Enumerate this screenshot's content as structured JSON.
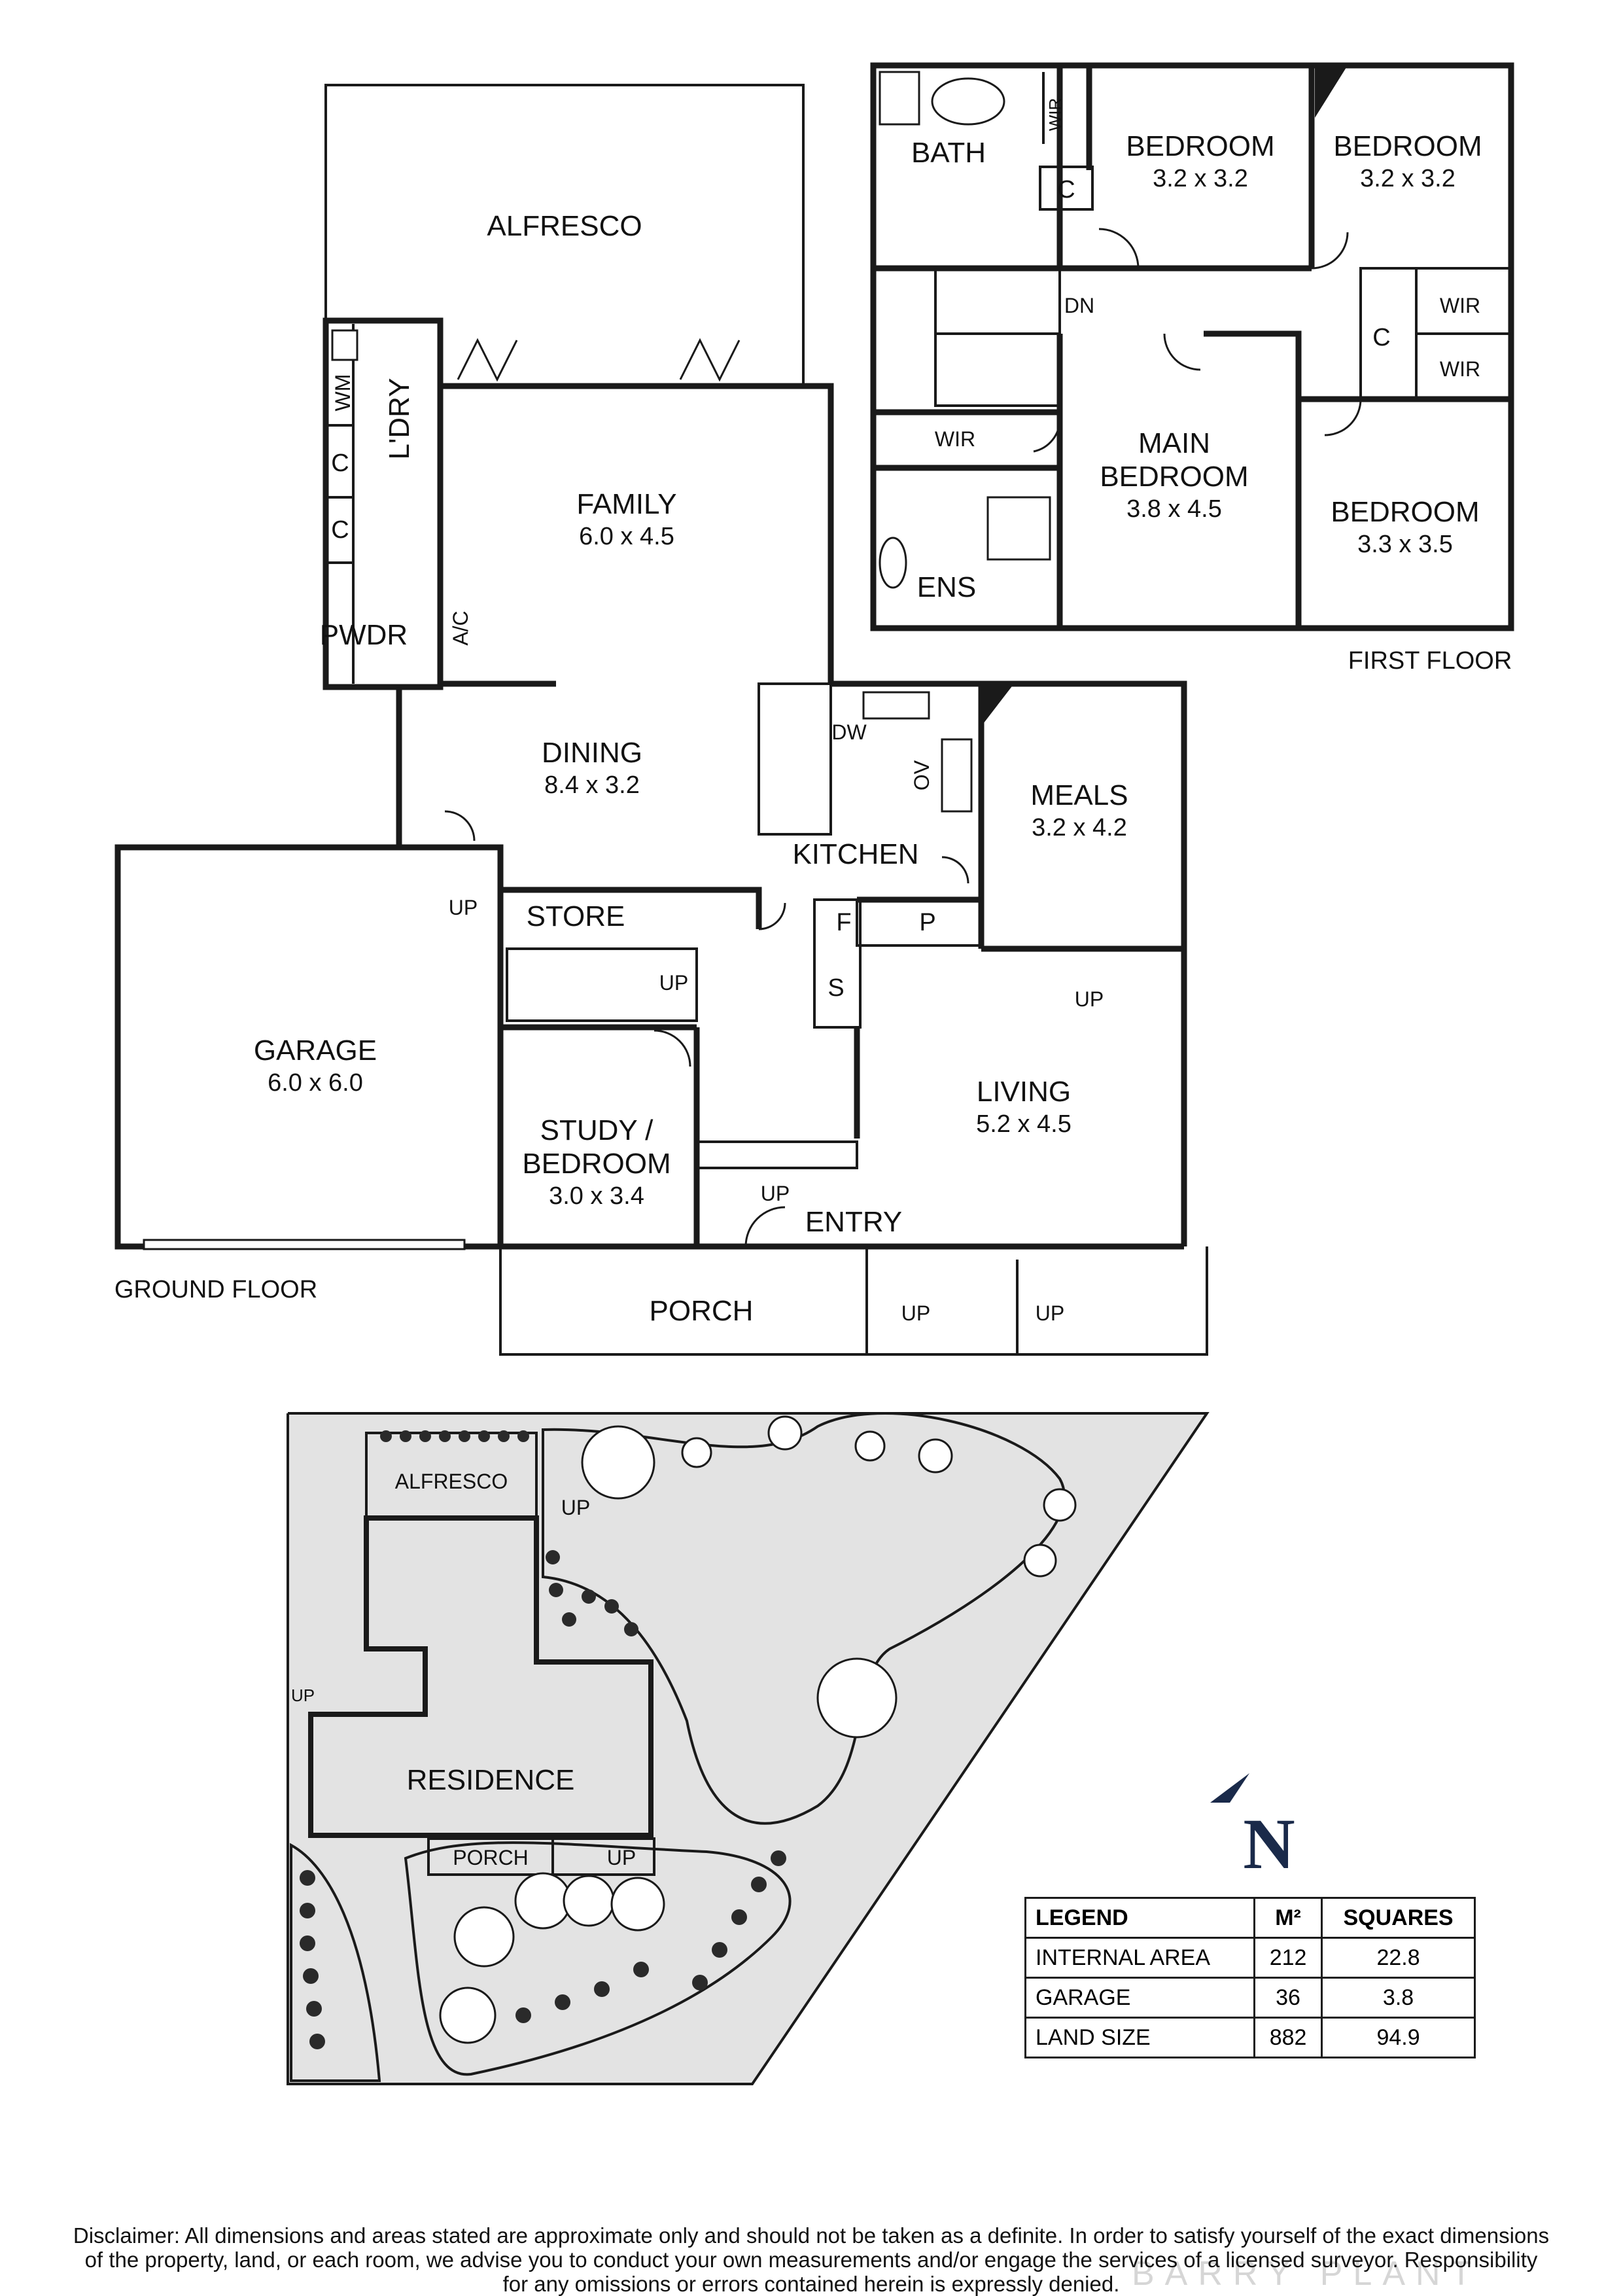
{
  "ground_floor": {
    "label": "GROUND FLOOR",
    "rooms": {
      "alfresco": "ALFRESCO",
      "family_name": "FAMILY",
      "family_size": "6.0 x 4.5",
      "dining_name": "DINING",
      "dining_size": "8.4 x 3.2",
      "laundry": "L'DRY",
      "wm": "WM",
      "c1": "C",
      "c2": "C",
      "pwdr": "PWDR",
      "ac": "A/C",
      "kitchen": "KITCHEN",
      "dw": "DW",
      "ov": "OV",
      "f": "F",
      "p": "P",
      "s": "S",
      "meals_name": "MEALS",
      "meals_size": "3.2 x 4.2",
      "store": "STORE",
      "garage_name": "GARAGE",
      "garage_size": "6.0 x 6.0",
      "study_name1": "STUDY /",
      "study_name2": "BEDROOM",
      "study_size": "3.0 x 3.4",
      "living_name": "LIVING",
      "living_size": "5.2 x 4.5",
      "entry": "ENTRY",
      "porch": "PORCH",
      "up": "UP"
    }
  },
  "first_floor": {
    "label": "FIRST FLOOR",
    "rooms": {
      "bath": "BATH",
      "wir": "WIR",
      "c": "C",
      "bed1_name": "BEDROOM",
      "bed1_size": "3.2 x 3.2",
      "bed2_name": "BEDROOM",
      "bed2_size": "3.2 x 3.2",
      "dn": "DN",
      "main_name1": "MAIN",
      "main_name2": "BEDROOM",
      "main_size": "3.8 x 4.5",
      "bed3_name": "BEDROOM",
      "bed3_size": "3.3 x 3.5",
      "ens": "ENS"
    }
  },
  "site_plan": {
    "alfresco": "ALFRESCO",
    "residence": "RESIDENCE",
    "porch": "PORCH",
    "up": "UP",
    "north": "N"
  },
  "legend": {
    "headers": [
      "LEGEND",
      "M²",
      "SQUARES"
    ],
    "rows": [
      {
        "label": "INTERNAL AREA",
        "m2": "212",
        "squares": "22.8"
      },
      {
        "label": "GARAGE",
        "m2": "36",
        "squares": "3.8"
      },
      {
        "label": "LAND SIZE",
        "m2": "882",
        "squares": "94.9"
      }
    ]
  },
  "disclaimer": "Disclaimer: All dimensions and areas stated are approximate only and should not be taken as a definite. In order to satisfy yourself of the exact dimensions of the property, land, or each room, we advise you to conduct your own measurements and/or engage the services of a licensed surveyor. Responsibility for any omissions or errors contained herein is expressly denied.",
  "watermark": "BARRY PLANT"
}
